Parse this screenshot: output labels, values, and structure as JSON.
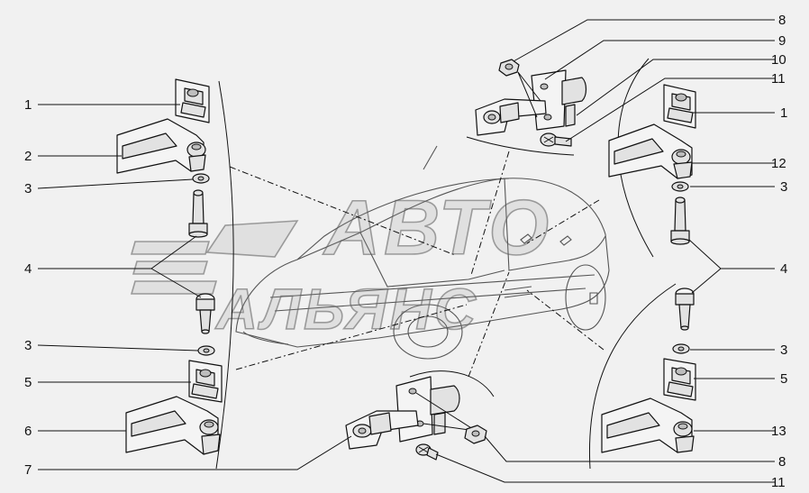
{
  "callouts": {
    "c1_left": "1",
    "c2": "2",
    "c3_left_top": "3",
    "c4_left": "4",
    "c3_left_bottom": "3",
    "c5_left": "5",
    "c6": "6",
    "c7": "7",
    "c8_top": "8",
    "c9": "9",
    "c10": "10",
    "c11_top": "11",
    "c1_right": "1",
    "c12": "12",
    "c3_right_top": "3",
    "c4_right": "4",
    "c3_right_bottom": "3",
    "c5_right": "5",
    "c13": "13",
    "c8_bottom": "8",
    "c11_bottom": "11"
  },
  "watermark": {
    "line1": "АВТО",
    "line2": "АЛЬЯНС"
  },
  "colors": {
    "background": "#f1f1f1",
    "line": "#111111"
  }
}
